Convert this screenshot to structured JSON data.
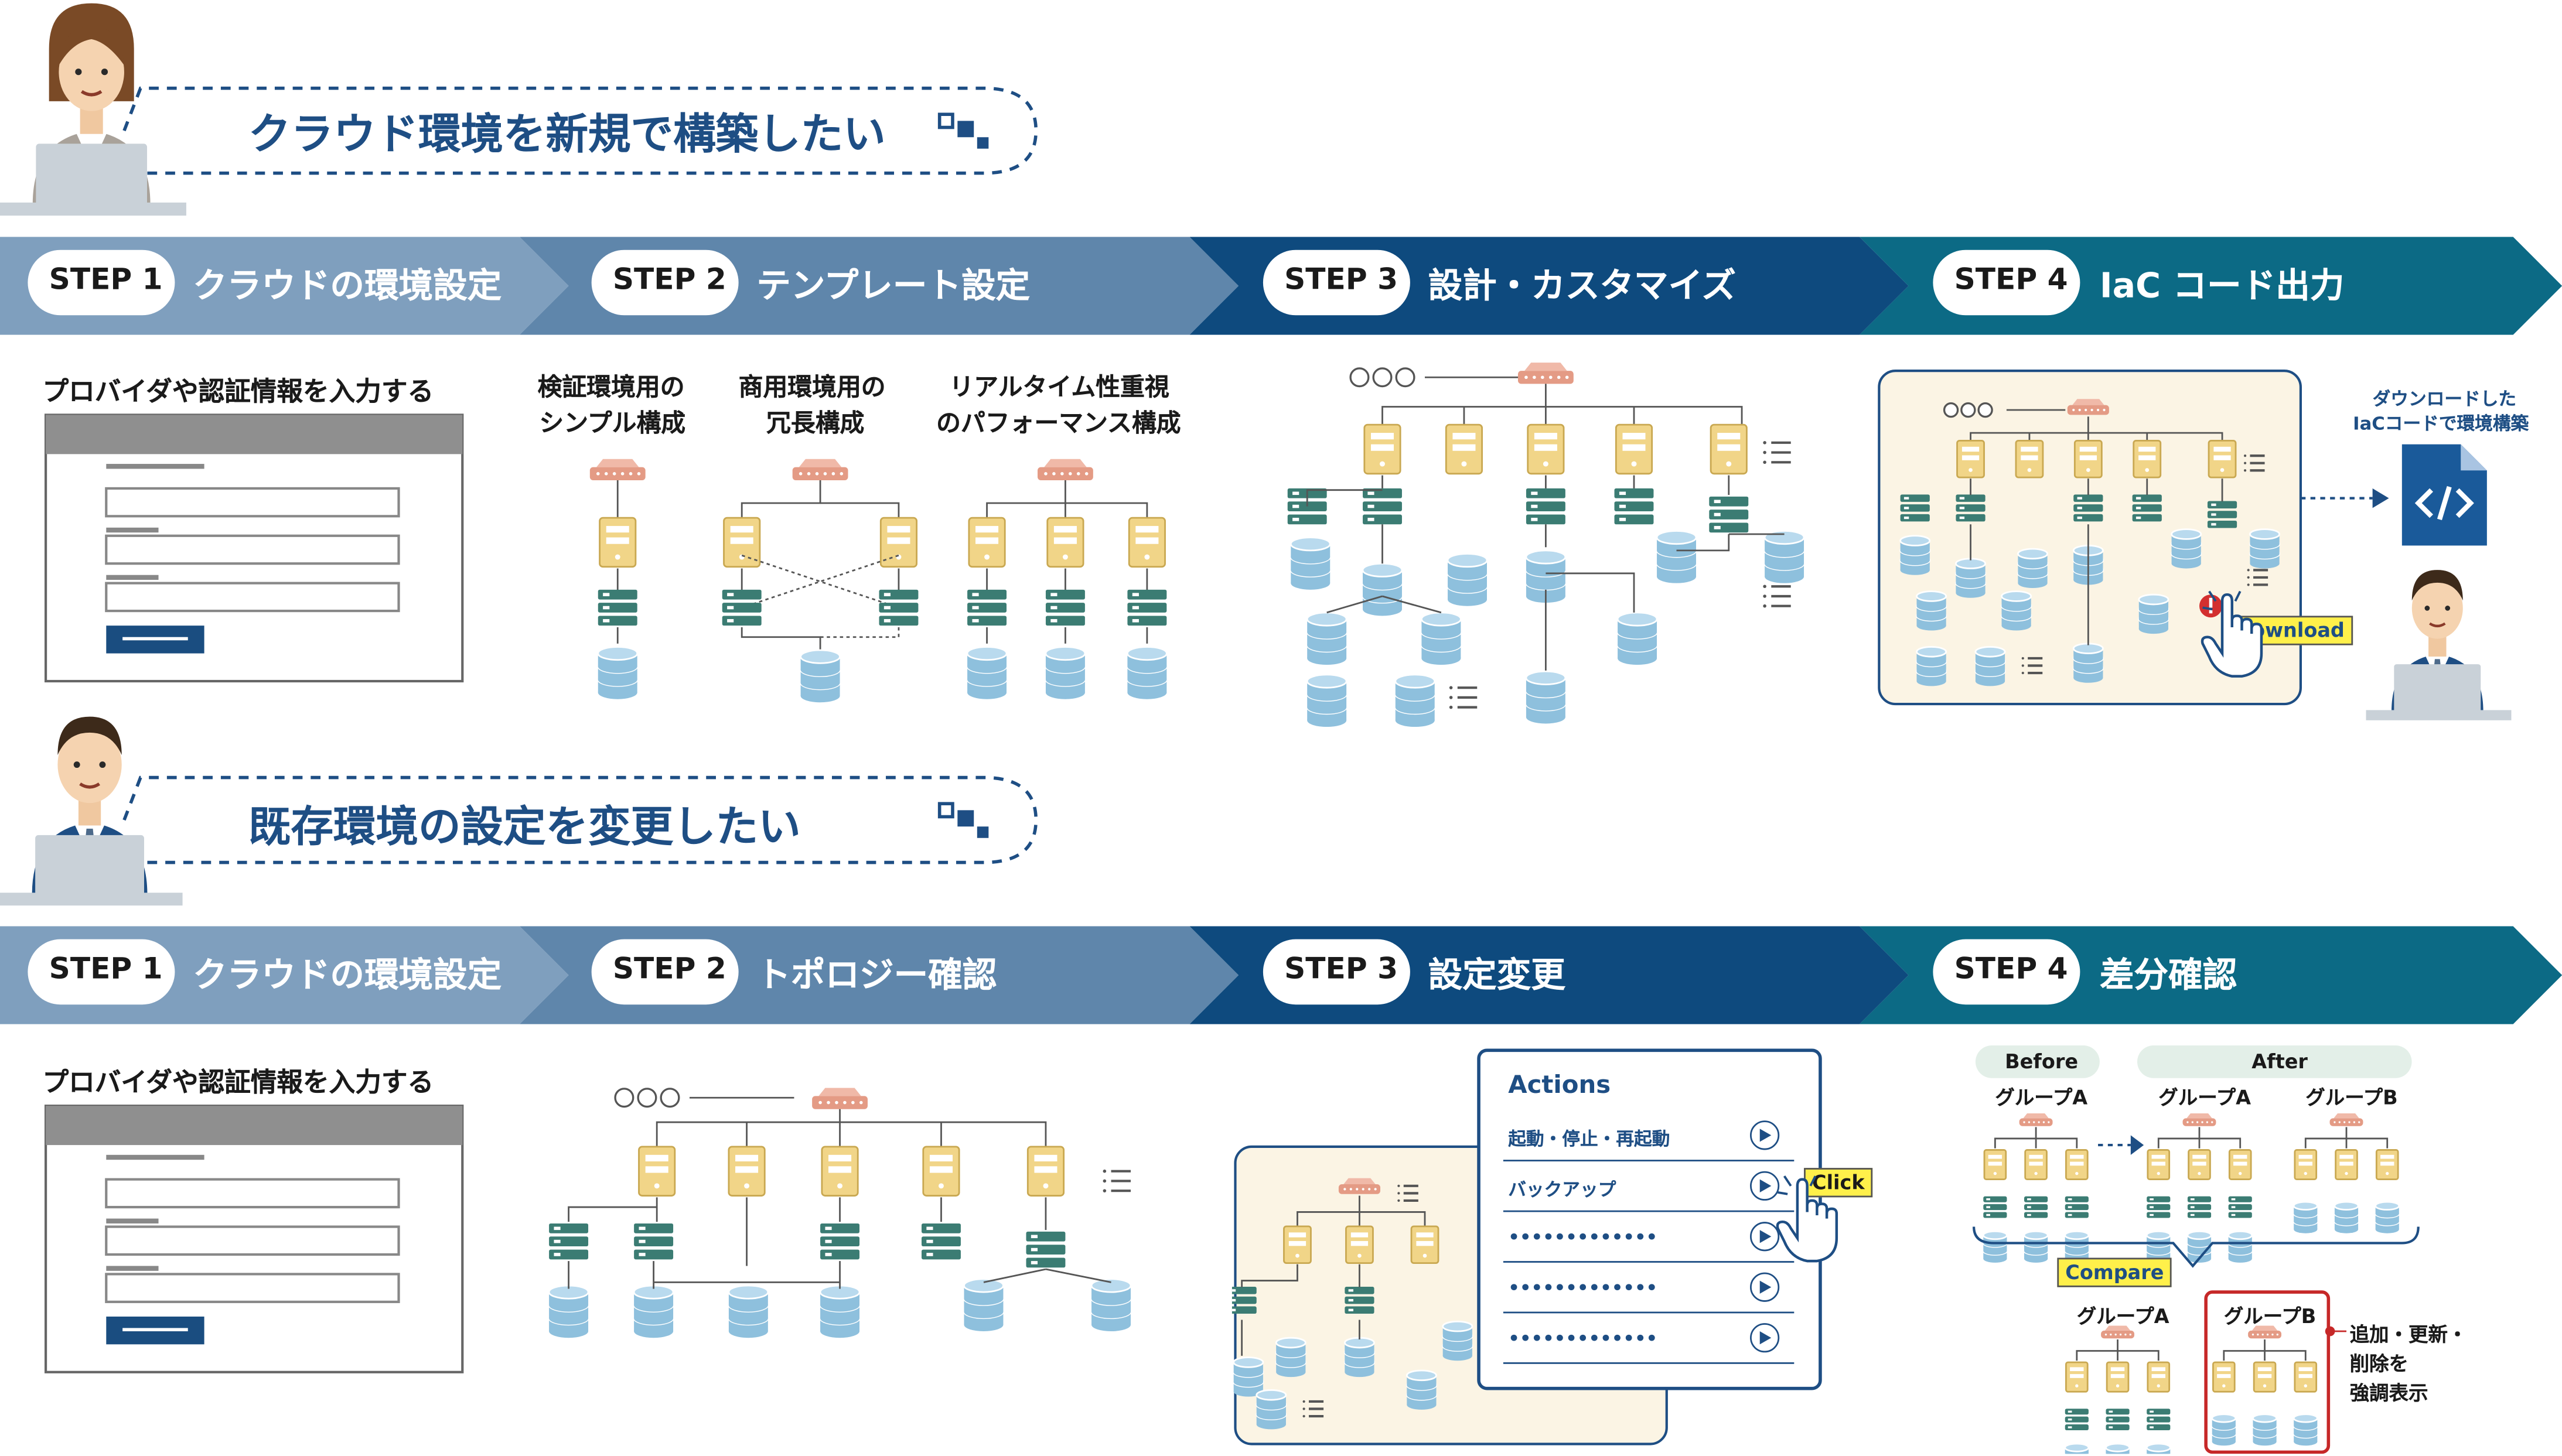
{
  "colors": {
    "navy": "#0f3f73",
    "band1": "#7f9fbe",
    "band2": "#5f86ab",
    "band3": "#0e4a7e",
    "band4": "#0c6a85",
    "title": "#1e4e84",
    "server": "#f1d588",
    "switch": "#3b7c73",
    "db": "#8ec0dd",
    "router": "#e49b85",
    "panel_bg": "#fbf4e4",
    "highlight": "#c62828",
    "label_yellow": "#fff04a"
  },
  "row1": {
    "speech_title": "クラウド環境を新規で構築したい",
    "steps": [
      {
        "badge": "STEP 1",
        "title": "クラウドの環境設定"
      },
      {
        "badge": "STEP 2",
        "title": "テンプレート設定"
      },
      {
        "badge": "STEP 3",
        "title": "設計・カスタマイズ"
      },
      {
        "badge": "STEP 4",
        "title": "IaC コード出力"
      }
    ],
    "step1_caption": "プロバイダや認証情報を入力する",
    "templates": [
      {
        "line1": "検証環境用の",
        "line2": "シンプル構成"
      },
      {
        "line1": "商用環境用の",
        "line2": "冗長構成"
      },
      {
        "line1": "リアルタイム性重視",
        "line2": "のパフォーマンス構成"
      }
    ],
    "download_label": "Download",
    "iac_caption_1": "ダウンロードした",
    "iac_caption_2": "IaCコードで環境構築"
  },
  "row2": {
    "speech_title": "既存環境の設定を変更したい",
    "steps": [
      {
        "badge": "STEP 1",
        "title": "クラウドの環境設定"
      },
      {
        "badge": "STEP 2",
        "title": "トポロジー確認"
      },
      {
        "badge": "STEP 3",
        "title": "設定変更"
      },
      {
        "badge": "STEP 4",
        "title": "差分確認"
      }
    ],
    "step1_caption": "プロバイダや認証情報を入力する",
    "actions": {
      "title": "Actions",
      "items": [
        "起動・停止・再起動",
        "バックアップ",
        "•••••••••••••",
        "•••••••••••••",
        "•••••••••••••"
      ],
      "click_label": "Click"
    },
    "diff": {
      "before": "Before",
      "after": "After",
      "group_a": "グループA",
      "group_b": "グループB",
      "compare": "Compare",
      "note_1": "追加・更新・",
      "note_2": "削除を",
      "note_3": "強調表示"
    }
  }
}
